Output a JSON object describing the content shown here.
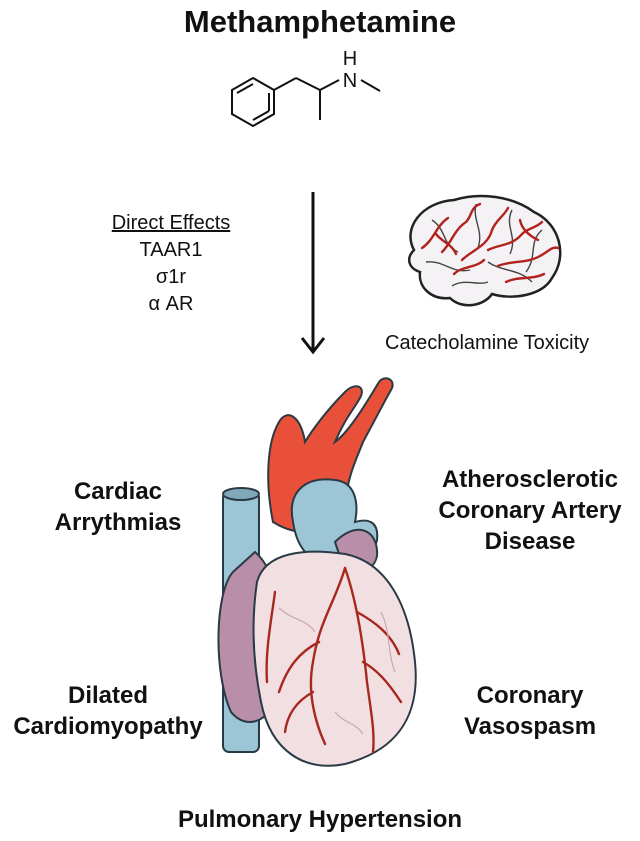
{
  "title": "Methamphetamine",
  "molecule": {
    "h_label": "H",
    "n_label": "N"
  },
  "direct_effects": {
    "heading": "Direct Effects",
    "items": [
      "TAAR1",
      "σ1r",
      "α AR"
    ]
  },
  "brain_label": "Catecholamine Toxicity",
  "conditions": {
    "top_left": [
      "Cardiac",
      "Arrythmias"
    ],
    "top_right": [
      "Atherosclerotic",
      "Coronary Artery",
      "Disease"
    ],
    "bottom_left": [
      "Dilated",
      "Cardiomyopathy"
    ],
    "bottom_right": [
      "Coronary",
      "Vasospasm"
    ]
  },
  "bottom_label": "Pulmonary Hypertension",
  "colors": {
    "aorta": "#e8503a",
    "vessel_blue": "#9cc5d6",
    "atrium_purple": "#b88ea8",
    "ventricle_pink": "#f1dfe2",
    "coronary_red": "#a8281e",
    "brain_fill": "#f4f2f5",
    "brain_vessel": "#b3231d"
  }
}
